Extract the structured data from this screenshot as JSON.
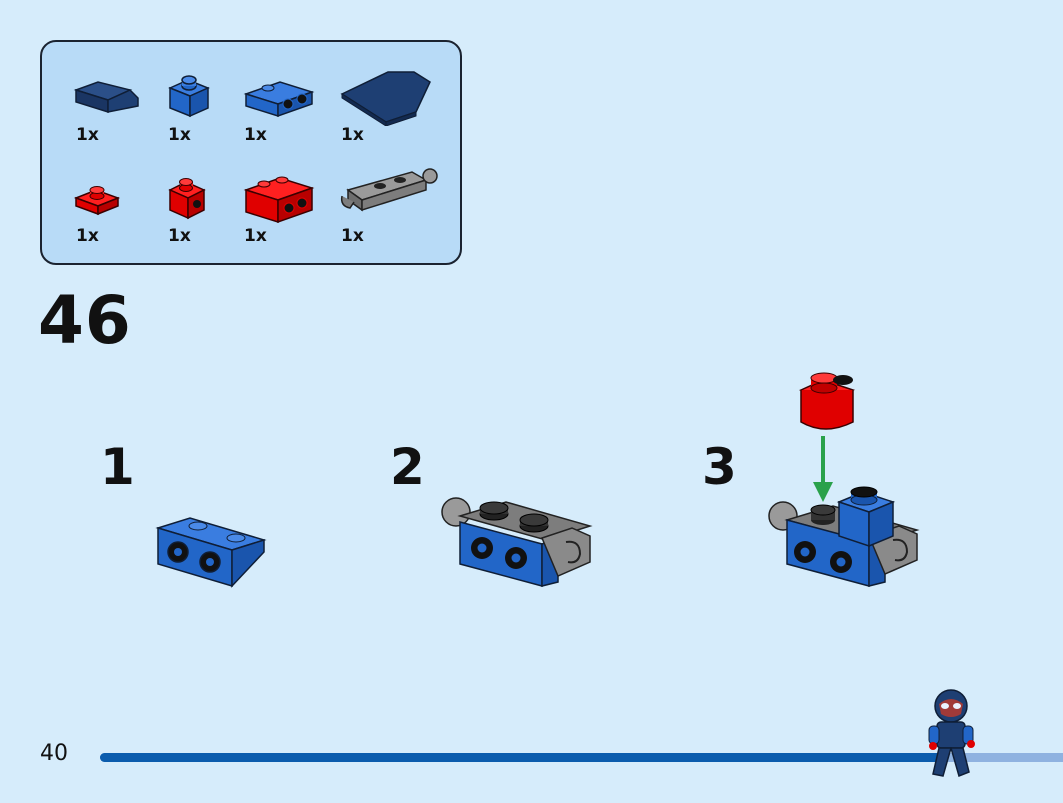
{
  "parts": [
    {
      "name": "dark-blue-slope-part",
      "qty": "1x",
      "color": "#1e3f73"
    },
    {
      "name": "blue-brick-1x1-part",
      "qty": "1x",
      "color": "#2266c8"
    },
    {
      "name": "blue-bracket-part",
      "qty": "1x",
      "color": "#2266c8"
    },
    {
      "name": "dark-blue-wedge-plate-part",
      "qty": "1x",
      "color": "#1e3f73"
    },
    {
      "name": "red-plate-1x1-part",
      "qty": "1x",
      "color": "#e00000"
    },
    {
      "name": "red-brick-1x1-part",
      "qty": "1x",
      "color": "#e00000"
    },
    {
      "name": "red-bracket-part",
      "qty": "1x",
      "color": "#e00000"
    },
    {
      "name": "gray-clip-plate-part",
      "qty": "1x",
      "color": "#7d7d7d"
    }
  ],
  "step": {
    "number": "46"
  },
  "sub_steps": [
    {
      "label": "1"
    },
    {
      "label": "2"
    },
    {
      "label": "3"
    }
  ],
  "page": {
    "number": "40",
    "progress": 0.88
  },
  "colors": {
    "background": "#d6ecfb",
    "panel": "#b8dbf7",
    "progress": "#0b5cad",
    "arrow": "#2aa14b"
  }
}
